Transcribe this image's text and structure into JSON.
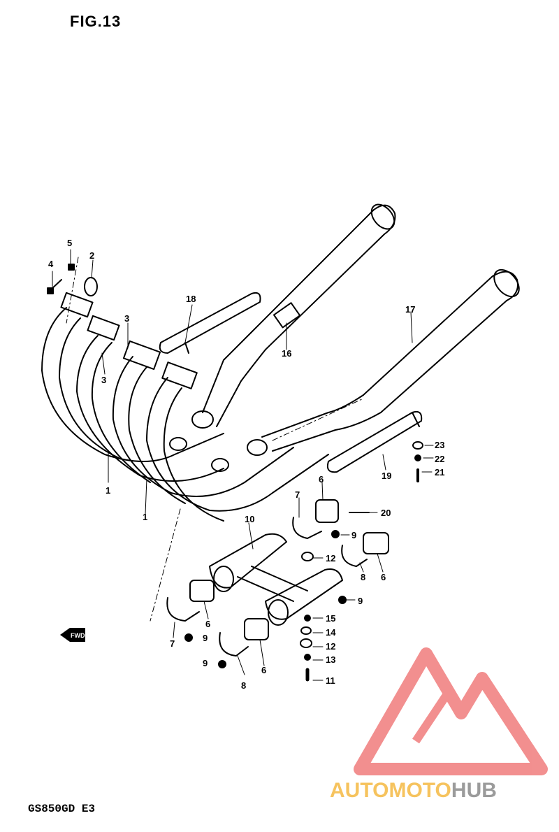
{
  "figure": {
    "title": "FIG.13",
    "model_code": "GS850GD E3",
    "fwd_marker": "FWD"
  },
  "callouts": [
    "1",
    "1",
    "2",
    "3",
    "3",
    "4",
    "5",
    "6",
    "6",
    "6",
    "6",
    "7",
    "7",
    "8",
    "8",
    "9",
    "9",
    "9",
    "9",
    "10",
    "11",
    "12",
    "12",
    "13",
    "14",
    "15",
    "16",
    "17",
    "18",
    "19",
    "20",
    "21",
    "22",
    "23"
  ],
  "watermark": {
    "text_part1": "AUTOMOTO",
    "text_part2": "HUB",
    "colors": {
      "triangle": "#f07c7c",
      "auto": "#f5b942",
      "moto": "#f07c7c",
      "hub": "#8a8a8a"
    }
  }
}
